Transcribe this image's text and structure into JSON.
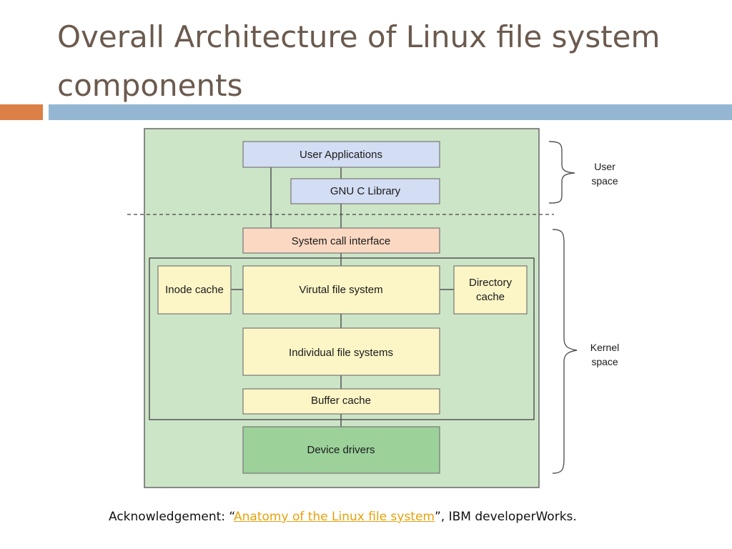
{
  "slide": {
    "title": "Overall Architecture of Linux file system components"
  },
  "diagram": {
    "boxes": {
      "user_applications": "User Applications",
      "gnu_c_library": "GNU C Library",
      "system_call_interface": "System call interface",
      "inode_cache": "Inode cache",
      "virtual_file_system": "Virutal file system",
      "directory_cache_line1": "Directory",
      "directory_cache_line2": "cache",
      "individual_file_systems": "Individual file systems",
      "buffer_cache": "Buffer cache",
      "device_drivers": "Device drivers"
    },
    "regions": {
      "user_space_line1": "User",
      "user_space_line2": "space",
      "kernel_space_line1": "Kernel",
      "kernel_space_line2": "space"
    },
    "colors": {
      "background": "#cde5c7",
      "user_box": "#d3ddf3",
      "syscall_box": "#fbd8c2",
      "kernel_box": "#fcf5c6",
      "drivers_box": "#9cd19a"
    }
  },
  "acknowledgement": {
    "prefix": "Acknowledgement: “",
    "link_text": "Anatomy of the Linux file system",
    "suffix": "”, IBM developerWorks."
  }
}
